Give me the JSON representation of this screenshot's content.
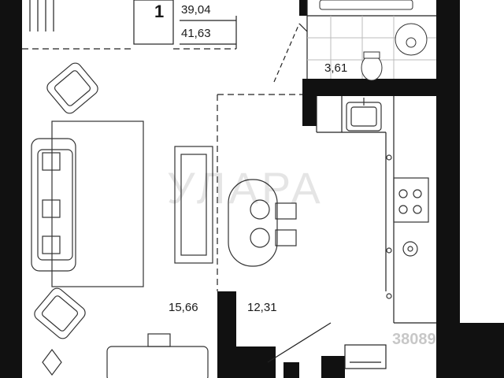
{
  "plan": {
    "room_count": "1",
    "total_area": "39,04",
    "total_area_with_balcony": "41,63",
    "bathroom_area": "3,61",
    "living_room_area": "15,66",
    "kitchen_area": "12,31"
  },
  "watermark": {
    "brand": "УЛАРА",
    "listing_id": "38089"
  },
  "colors": {
    "wall": "#111111",
    "line": "#222222",
    "background": "#ffffff"
  }
}
